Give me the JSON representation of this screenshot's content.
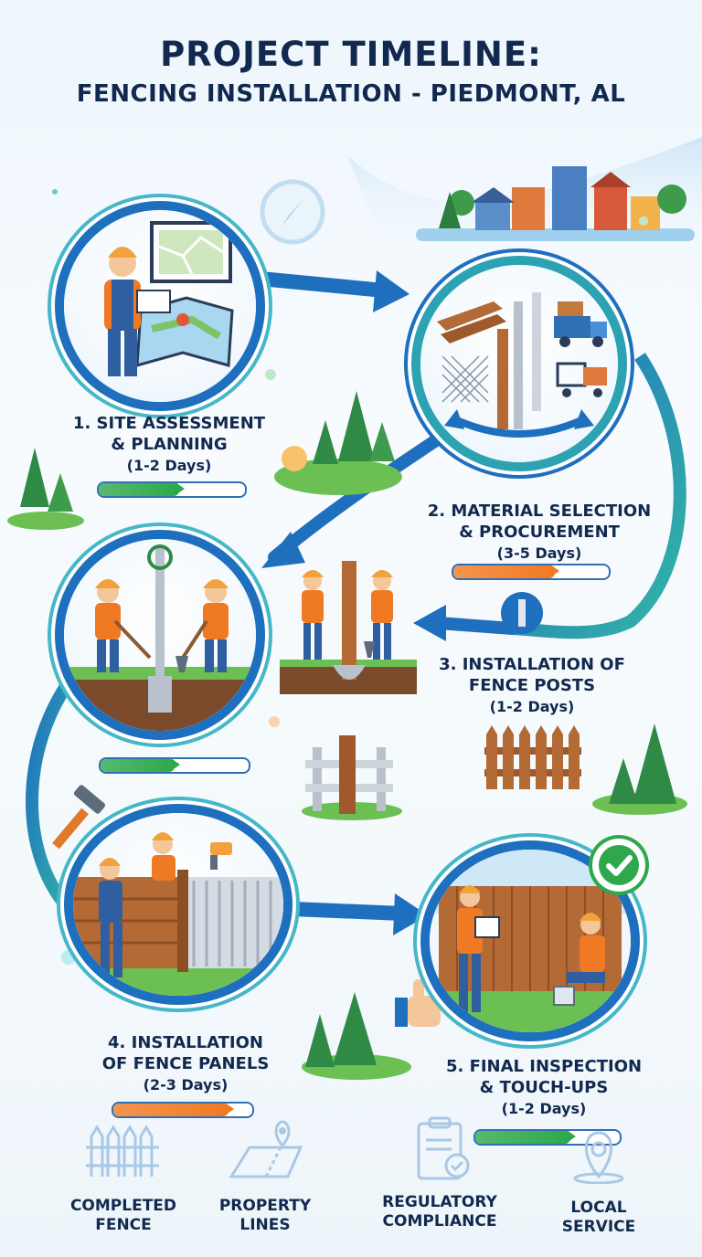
{
  "title": {
    "line1": "PROJECT TIMELINE:",
    "line2": "FENCING INSTALLATION - PIEDMONT, AL"
  },
  "steps": [
    {
      "line1": "1. SITE ASSESSMENT",
      "line2": "& PLANNING",
      "duration": "(1-2 Days)",
      "progress": 0.55,
      "color": "#2ea84a"
    },
    {
      "line1": "2. MATERIAL SELECTION",
      "line2": "& PROCUREMENT",
      "duration": "(3-5 Days)",
      "progress": 0.65,
      "color": "#f07a24"
    },
    {
      "line1": "3. INSTALLATION OF",
      "line2": "FENCE POSTS",
      "duration": "(1-2 Days)",
      "progress": 0.5,
      "color": "#2ea84a"
    },
    {
      "line1": "4. INSTALLATION",
      "line2": "OF FENCE PANELS",
      "duration": "(2-3 Days)",
      "progress": 0.83,
      "color": "#f07a24"
    },
    {
      "line1": "5. FINAL INSPECTION",
      "line2": "& TOUCH-UPS",
      "duration": "(1-2 Days)",
      "progress": 0.66,
      "color": "#2ea84a"
    }
  ],
  "footer": [
    {
      "line1": "COMPLETED",
      "line2": "FENCE",
      "icon": "fence-icon"
    },
    {
      "line1": "PROPERTY",
      "line2": "LINES",
      "icon": "map-pin-icon"
    },
    {
      "line1": "REGULATORY",
      "line2": "COMPLIANCE",
      "icon": "clipboard-check-icon"
    },
    {
      "line1": "LOCAL",
      "line2": "SERVICE",
      "icon": "location-pin-icon"
    }
  ],
  "colors": {
    "navy": "#12294f",
    "blue": "#1f6fbf",
    "teal": "#2da2b3",
    "green": "#2ea84a",
    "orange": "#f07a24"
  }
}
